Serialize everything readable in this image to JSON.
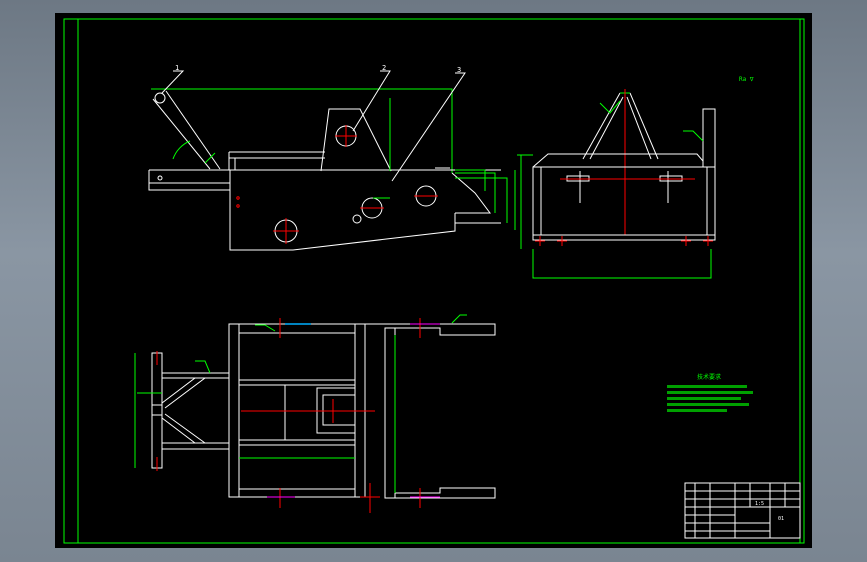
{
  "drawing": {
    "part_labels": [
      "1",
      "2",
      "3"
    ],
    "roughness_mark": "Ra  ∇",
    "requirements_heading": "技术要求",
    "title_block": {
      "scale": "1:5",
      "drawing_no": "01"
    }
  },
  "colors": {
    "background": "#000000",
    "frame": "#00ff00",
    "geometry": "#ffffff",
    "centerline": "#ff0000",
    "hidden": "#ff00ff"
  }
}
